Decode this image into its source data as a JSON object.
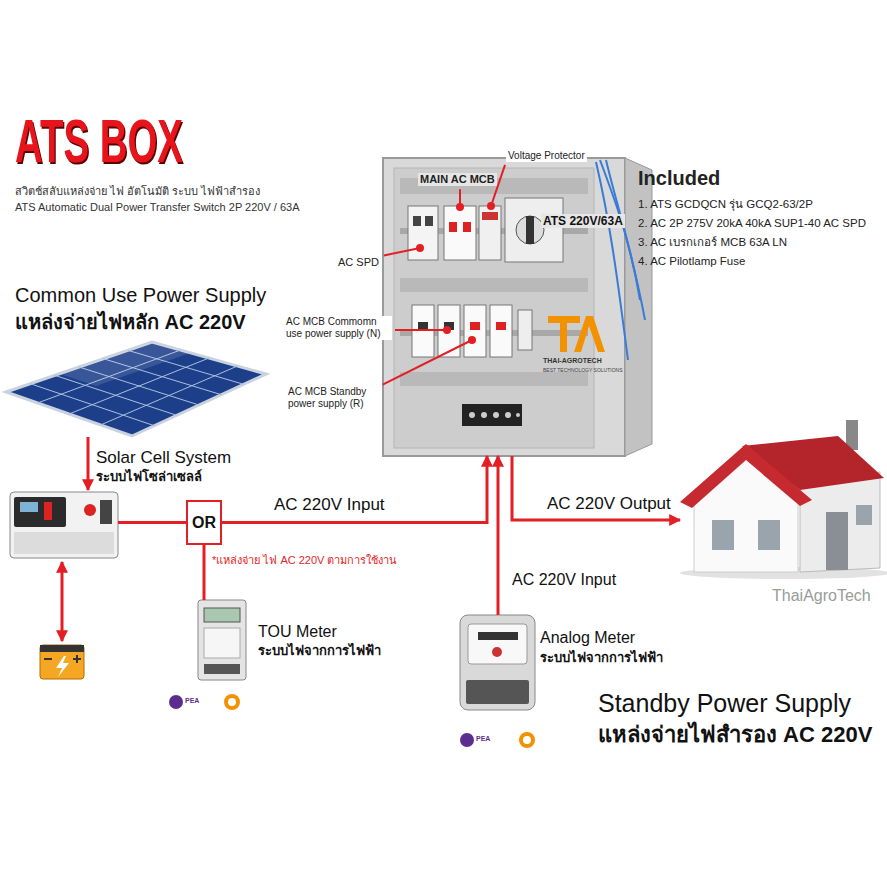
{
  "diagram": {
    "title": "ATS BOX",
    "nodes": [
      {
        "text": [
          "Common Use Power Supply",
          "แหล่งจ่ายไฟหลัก AC 220V"
        ]
      },
      {
        "text": [
          "Solar Cell System",
          "ระบบไฟโซล่าเซลล์"
        ]
      },
      {
        "text": [
          "OR"
        ]
      },
      {
        "text": [
          "TOU Meter",
          "ระบบไฟจากการไฟฟ้า"
        ]
      },
      {
        "text": [
          "THAI-AGROTECH",
          "BEST TECHNOLOGY SOLUTIONS"
        ]
      },
      {
        "text": [
          "Analog Meter",
          "ระบบไฟจากการไฟฟ้า"
        ]
      },
      {
        "text": [
          "ThaiAgroTech"
        ]
      }
    ],
    "edges": [
      {
        "from": 0,
        "to": 1,
        "arrow": "to"
      },
      {
        "from": 1,
        "to": 2,
        "arrow": "none"
      },
      {
        "from": 3,
        "to": 2,
        "arrow": "none"
      },
      {
        "from": 2,
        "to": 4,
        "label": "AC 220V Input",
        "arrow": "to"
      },
      {
        "from": 5,
        "to": 4,
        "label": "AC 220V Input",
        "arrow": "to"
      },
      {
        "from": 4,
        "to": 6,
        "label": "AC 220V Output",
        "arrow": "to"
      }
    ],
    "labels": [
      "สวิตช์สลับแหล่งจ่าย ไฟ อัตโนมัติ ระบบ ไฟฟ้าสำรอง",
      "ATS Automatic Dual Power Transfer Switch 2P 220V / 63A",
      "Included",
      "1. ATS GCDQCN รุ่น GCQ2-63/2P",
      "2. AC 2P 275V 20kA 40kA SUP1-40 AC SPD",
      "3. AC เบรกเกอร์ MCB 63A LN",
      "4. AC Pilotlamp Fuse",
      "Voltage Protector",
      "MAIN AC MCB",
      "AC SPD",
      "ATS 220V/63A",
      "AC MCB Commomn use power supply (N)",
      "AC MCB Standby power supply (R)",
      "*แหล่งจ่าย ไฟ AC 220V ตามการใช้งาน",
      "PEA",
      "PEA",
      "Standby Power Supply",
      "แหล่งจ่ายไฟสำรอง AC 220V"
    ]
  }
}
